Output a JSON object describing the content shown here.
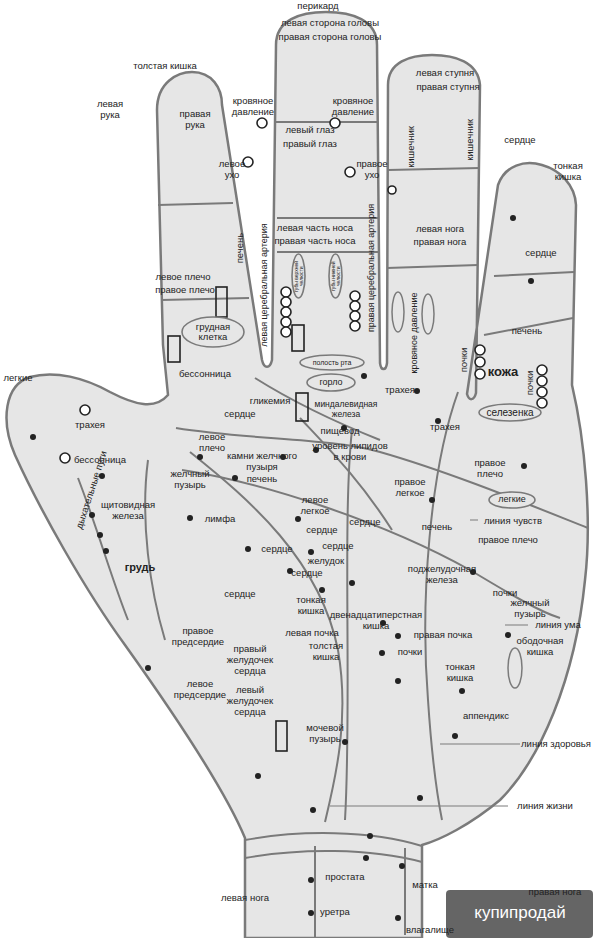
{
  "diagram": {
    "nodes": [
      {
        "text": [
          "губы верхней челюсти"
        ]
      },
      {
        "text": [
          "губы нижней челюсти"
        ]
      },
      {
        "text": [
          "грудная клетка"
        ]
      },
      {
        "text": [
          "полость рта"
        ]
      },
      {
        "text": [
          "горло"
        ]
      },
      {
        "text": [
          "селезенка"
        ]
      },
      {
        "text": [
          "легкие"
        ]
      }
    ],
    "labels": [
      "перикард",
      "левая сторона головы",
      "правая сторона головы",
      "толстая кишка",
      "левая ступня",
      "правая ступня",
      "левая рука",
      "правая рука",
      "кровяное давление",
      "кровяное давление",
      "левый глаз",
      "правый глаз",
      "кишечник",
      "кишечник",
      "сердце",
      "тонкая кишка",
      "левое ухо",
      "правое ухо",
      "левая часть носа",
      "правая часть носа",
      "левая нога",
      "правая нога",
      "правая церебральная артерия",
      "левая церебральная артерия",
      "печень",
      "сердце",
      "левое плечо",
      "правое плечо",
      "кровяное давление",
      "печень",
      "почки",
      "почки",
      "кожа",
      "бессонница",
      "трахея",
      "трахея",
      "гликемия",
      "сердце",
      "миндалевидная железа",
      "трахея",
      "пищевод",
      "легкие",
      "левое плечо",
      "камни желчного пузыря",
      "уровень липидов в крови",
      "бессонница",
      "желчный пузырь",
      "печень",
      "правое плечо",
      "правое легкое",
      "дыхательные пути",
      "щитовидная железа",
      "левое легкое",
      "лимфа",
      "сердце",
      "печень",
      "линия чувств",
      "правое плечо",
      "сердце",
      "сердце",
      "сердце",
      "желудок",
      "грудь",
      "сердце",
      "поджелудочная железа",
      "сердце",
      "почки",
      "тонкая кишка",
      "желчный пузырь",
      "линия ума",
      "двенадцатиперстная кишка",
      "правая почка",
      "ободочная кишка",
      "правое предсердие",
      "левая почка",
      "правый желудочек сердца",
      "толстая кишка",
      "почки",
      "тонкая кишка",
      "левое предсердие",
      "левый желудочек сердца",
      "аппендикс",
      "мочевой пузырь",
      "линия здоровья",
      "линия жизни",
      "простата",
      "матка",
      "левая нога",
      "правая нога",
      "уретра",
      "влагалище",
      "купипродай"
    ]
  }
}
